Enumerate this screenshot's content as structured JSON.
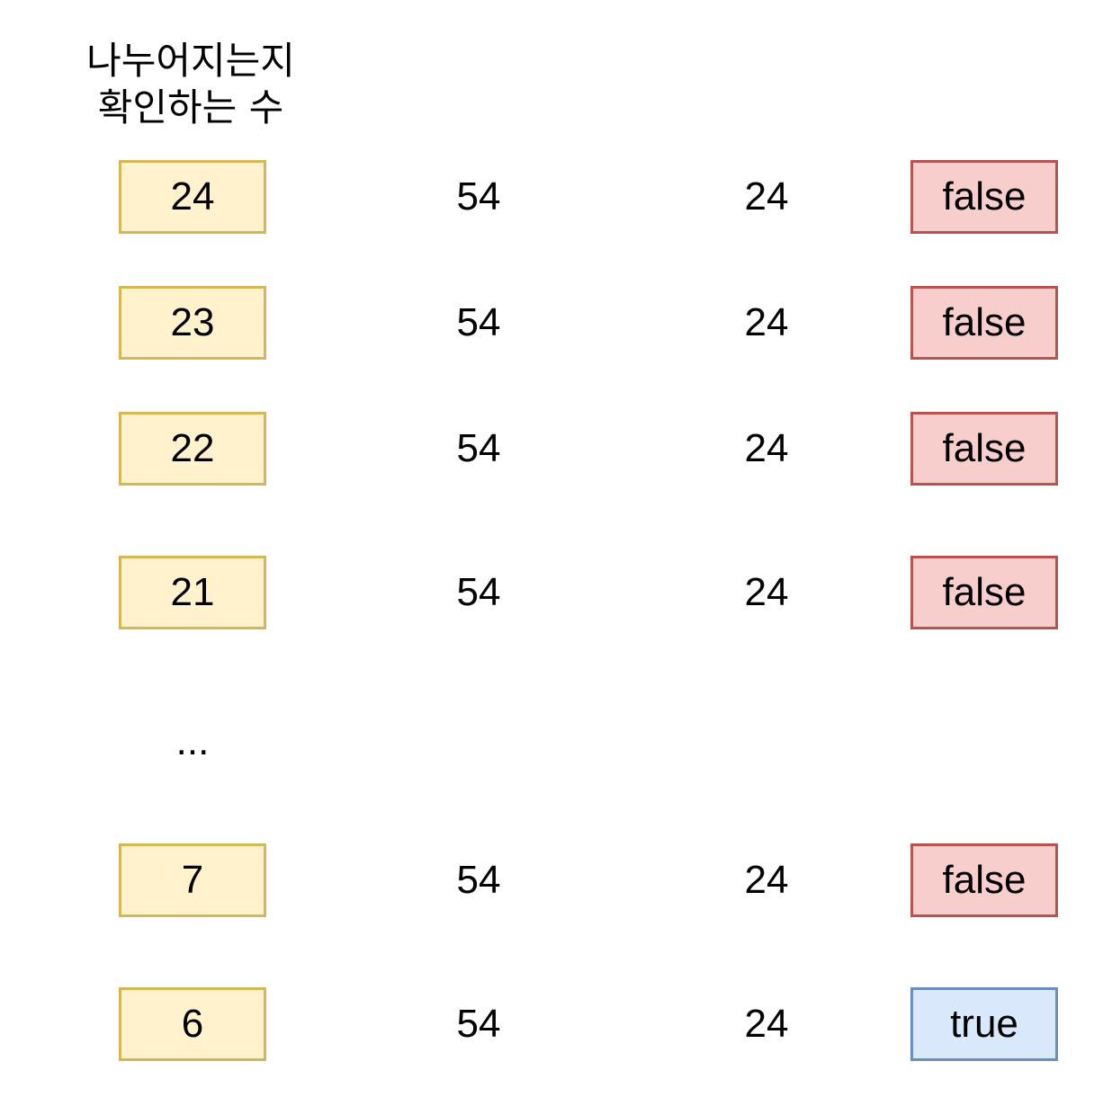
{
  "header": {
    "title": "나누어지는지\n확인하는 수"
  },
  "rows": [
    {
      "candidate": "24",
      "dividend": "54",
      "divisor": "24",
      "result": "false",
      "status": "false"
    },
    {
      "candidate": "23",
      "dividend": "54",
      "divisor": "24",
      "result": "false",
      "status": "false"
    },
    {
      "candidate": "22",
      "dividend": "54",
      "divisor": "24",
      "result": "false",
      "status": "false"
    },
    {
      "candidate": "21",
      "dividend": "54",
      "divisor": "24",
      "result": "false",
      "status": "false"
    },
    {
      "candidate": "7",
      "dividend": "54",
      "divisor": "24",
      "result": "false",
      "status": "false"
    },
    {
      "candidate": "6",
      "dividend": "54",
      "divisor": "24",
      "result": "true",
      "status": "true"
    }
  ],
  "ellipsis": "...",
  "colors": {
    "candidate_fill": "#fff2cc",
    "candidate_border": "#d6b656",
    "false_fill": "#f8cecc",
    "false_border": "#b85450",
    "true_fill": "#dae8fc",
    "true_border": "#6c8ebf"
  }
}
